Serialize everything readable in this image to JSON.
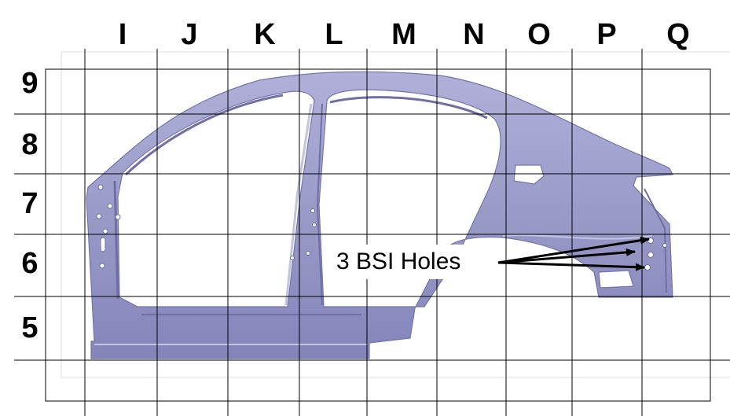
{
  "grid": {
    "columns": [
      "I",
      "J",
      "K",
      "L",
      "M",
      "N",
      "O",
      "P",
      "Q"
    ],
    "rows": [
      "9",
      "8",
      "7",
      "6",
      "5"
    ]
  },
  "annotation": {
    "label": "3 BSI Holes"
  },
  "colors": {
    "panel_fill": "#9a9ac8",
    "panel_shadow": "#6f6fa6",
    "panel_highlight": "#c3c3e2",
    "grid_line": "#000000",
    "background": "#ffffff"
  }
}
